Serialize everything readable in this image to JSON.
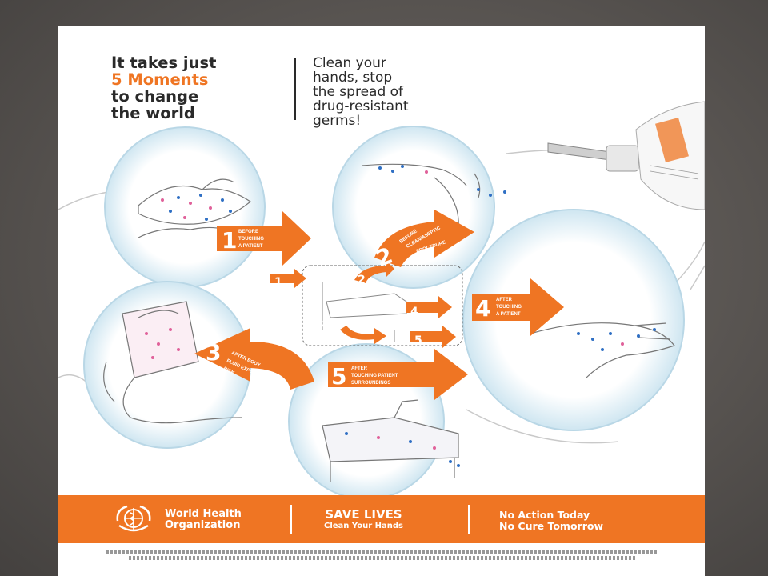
{
  "headline": {
    "line1": "It takes just",
    "line2": "5 Moments",
    "line3": "to change",
    "line4": "the world"
  },
  "tagline": {
    "line1": "Clean your",
    "line2": "hands, stop",
    "line3": "the spread of",
    "line4": "drug-resistant",
    "line5": "germs!"
  },
  "moments": [
    {
      "number": "1",
      "line1": "BEFORE",
      "line2": "TOUCHING",
      "line3": "A PATIENT"
    },
    {
      "number": "2",
      "line1": "BEFORE",
      "line2": "CLEAN/ASEPTIC",
      "line3": "PROCEDURE"
    },
    {
      "number": "3",
      "line1": "AFTER BODY",
      "line2": "FLUID EXPOSURE",
      "line3": "RISK"
    },
    {
      "number": "4",
      "line1": "AFTER",
      "line2": "TOUCHING",
      "line3": "A PATIENT"
    },
    {
      "number": "5",
      "line1": "AFTER",
      "line2": "TOUCHING PATIENT",
      "line3": "SURROUNDINGS"
    }
  ],
  "footer": {
    "who_line1": "World Health",
    "who_line2": "Organization",
    "save_title": "SAVE LIVES",
    "save_sub": "Clean Your Hands",
    "action_line1": "No Action Today",
    "action_line2": "No Cure Tomorrow"
  },
  "colors": {
    "accent": "#ef7523",
    "slide_bg": "#56524f",
    "germ_blue": "#2f6fc4",
    "germ_pink": "#e0619a"
  }
}
